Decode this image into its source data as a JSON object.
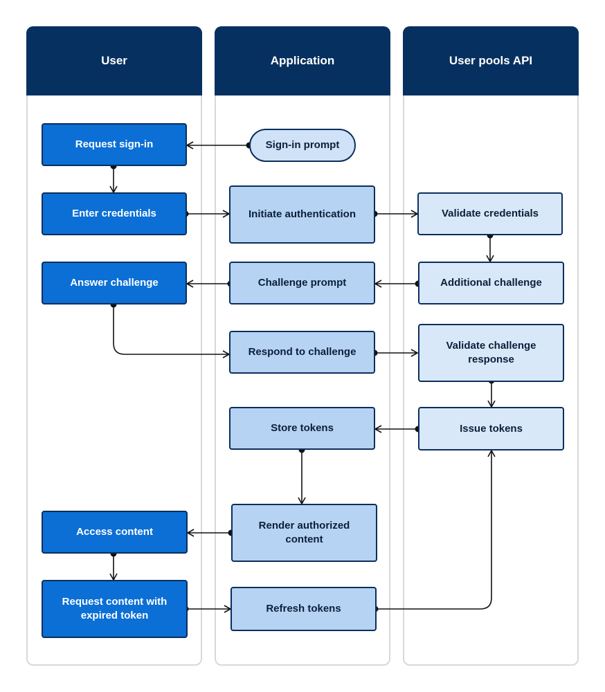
{
  "lanes": {
    "user": "User",
    "application": "Application",
    "user_pools_api": "User pools API"
  },
  "nodes": {
    "sign_in_prompt": "Sign-in prompt",
    "request_sign_in": "Request sign-in",
    "enter_credentials": "Enter credentials",
    "initiate_authentication": "Initiate authentication",
    "validate_credentials": "Validate credentials",
    "answer_challenge": "Answer challenge",
    "challenge_prompt": "Challenge prompt",
    "additional_challenge": "Additional challenge",
    "respond_to_challenge": "Respond to challenge",
    "validate_challenge_response": "Validate challenge response",
    "store_tokens": "Store tokens",
    "issue_tokens": "Issue tokens",
    "render_authorized_content": "Render authorized content",
    "access_content": "Access content",
    "request_content_expired_token": "Request content with expired token",
    "refresh_tokens": "Refresh tokens"
  },
  "colors": {
    "header": "#06305f",
    "user_step": "#0b6fd6",
    "app_step": "#b6d3f3",
    "api_step": "#d9e8f8",
    "connector": "#111111",
    "lane_border": "#d5d9de"
  }
}
